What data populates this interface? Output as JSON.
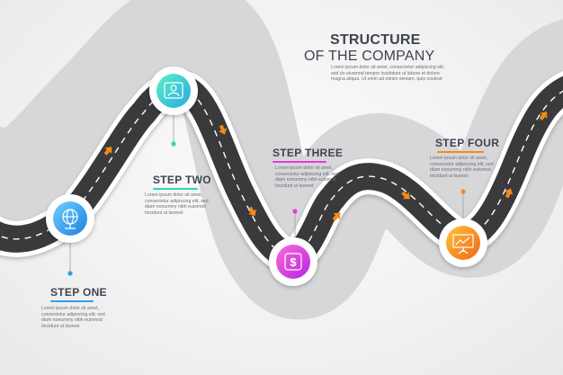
{
  "title": {
    "line1": "STRUCTURE",
    "line2": "OF THE COMPANY"
  },
  "intro": [
    "Lorem ipsum dolor sit amet, consectetur adipiscing elit,",
    "sed do eiusmod tempor incididunt ut labore et dolore",
    "magna aliqua. Ut enim ad minim veniam, quis nostrud"
  ],
  "steps": [
    {
      "label": "STEP ONE",
      "icon": "globe-icon",
      "color": "#2ea0ea",
      "text": [
        "Lorem ipsum dolor sit amet,",
        "consectetur adipiscing elit, sed",
        "diam nonummy nibh euismod",
        "tincidunt ut laoreet"
      ]
    },
    {
      "label": "STEP TWO",
      "icon": "user-card-icon",
      "color": "#2fd7b8",
      "text": [
        "Lorem ipsum dolor sit amet,",
        "consectetur adipiscing elit, sed",
        "diam nonummy nibh euismod",
        "tincidunt ut laoreet"
      ]
    },
    {
      "label": "STEP THREE",
      "icon": "dollar-icon",
      "color": "#e83ad9",
      "text": [
        "Lorem ipsum dolor sit amet,",
        "consectetur adipiscing elit, sed",
        "diam nonummy nibh euismod",
        "tincidunt ut laoreet"
      ]
    },
    {
      "label": "STEP FOUR",
      "icon": "presentation-chart-icon",
      "color": "#f78a14",
      "text": [
        "Lorem ipsum dolor sit amet,",
        "consectetur adipiscing elit, sed",
        "diam nonummy nibh euismod",
        "tincidunt ut laoreet"
      ]
    }
  ],
  "colors": {
    "road": "#3a3a3d",
    "band": "#d6d6d8",
    "arrow": "#f28a1c"
  }
}
